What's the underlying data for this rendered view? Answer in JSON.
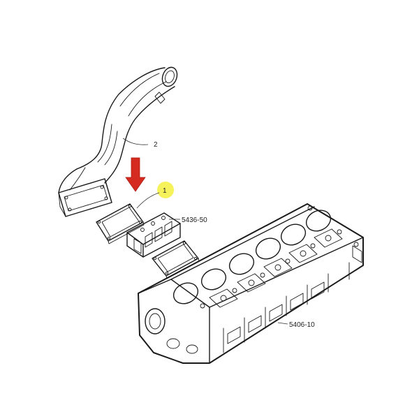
{
  "callouts": {
    "pipe": "2",
    "gasket": "1",
    "heater_group": "5436-50",
    "cylinder_head_group": "5406-10"
  },
  "colors": {
    "arrow": "#d42a1f",
    "highlight": "#f6f25c",
    "line": "#1a1a1a"
  }
}
